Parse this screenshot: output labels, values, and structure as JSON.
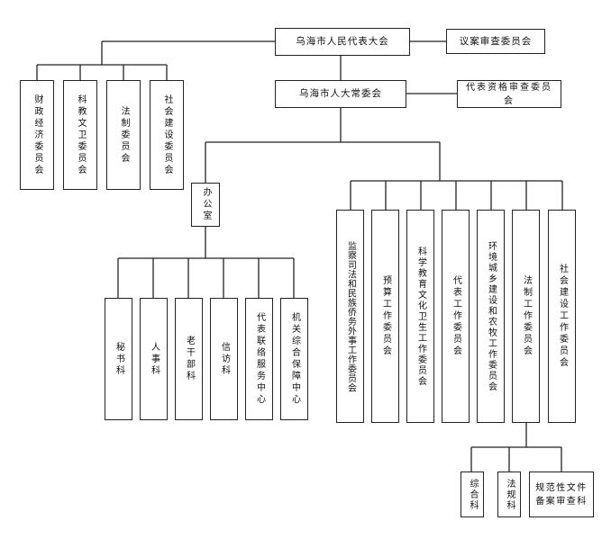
{
  "chart": {
    "congress": "乌海市人民代表大会",
    "motion_committee": "议案审查委员会",
    "standing_committee": "乌海市人大常委会",
    "credentials_committee": "代表资格审查委员会",
    "special_committees": [
      "财政经济委员会",
      "科教文卫委员会",
      "法制委员会",
      "社会建设委员会"
    ],
    "office": "办公室",
    "office_units": [
      "秘书科",
      "人事科",
      "老干部科",
      "信访科",
      "代表联络服务中心",
      "机关综合保障中心"
    ],
    "working_committees": [
      "监察司法和民族侨务外事工作委员会",
      "预算工作委员会",
      "科学教育文化卫生工作委员会",
      "代表工作委员会",
      "环境城乡建设和农牧工作委员会",
      "法制工作委员会",
      "社会建设工作委员会"
    ],
    "legal_units": [
      "综合科",
      "法规科",
      "规范性文件备案审查科"
    ]
  }
}
